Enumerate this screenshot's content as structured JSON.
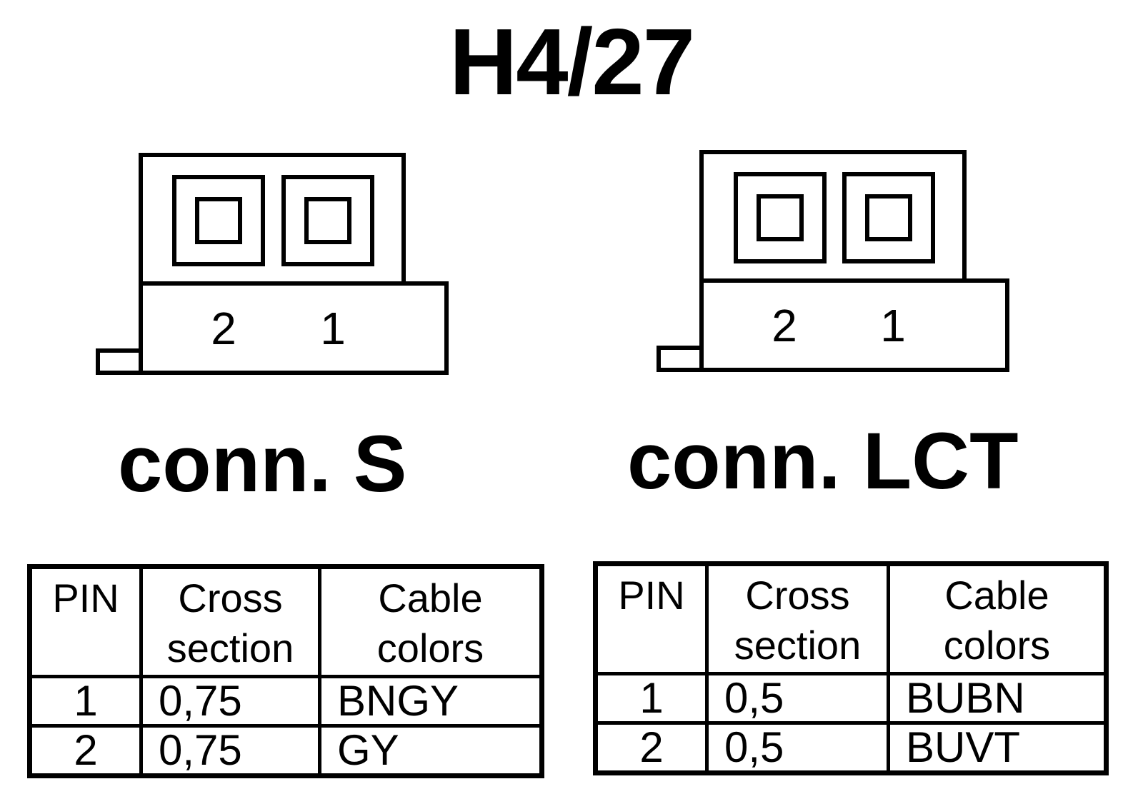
{
  "title": "H4/27",
  "connectors": [
    {
      "label": "conn. S",
      "pin_labels": [
        "2",
        "1"
      ],
      "table": {
        "headers": [
          {
            "line1": "PIN",
            "line2": ""
          },
          {
            "line1": "Cross",
            "line2": "section"
          },
          {
            "line1": "Cable",
            "line2": "colors"
          }
        ],
        "rows": [
          {
            "pin": "1",
            "cross_section": "0,75",
            "color": "BNGY"
          },
          {
            "pin": "2",
            "cross_section": "0,75",
            "color": "GY"
          }
        ]
      }
    },
    {
      "label": "conn. LCT",
      "pin_labels": [
        "2",
        "1"
      ],
      "table": {
        "headers": [
          {
            "line1": "PIN",
            "line2": ""
          },
          {
            "line1": "Cross",
            "line2": "section"
          },
          {
            "line1": "Cable",
            "line2": "colors"
          }
        ],
        "rows": [
          {
            "pin": "1",
            "cross_section": "0,5",
            "color": "BUBN"
          },
          {
            "pin": "2",
            "cross_section": "0,5",
            "color": "BUVT"
          }
        ]
      }
    }
  ]
}
